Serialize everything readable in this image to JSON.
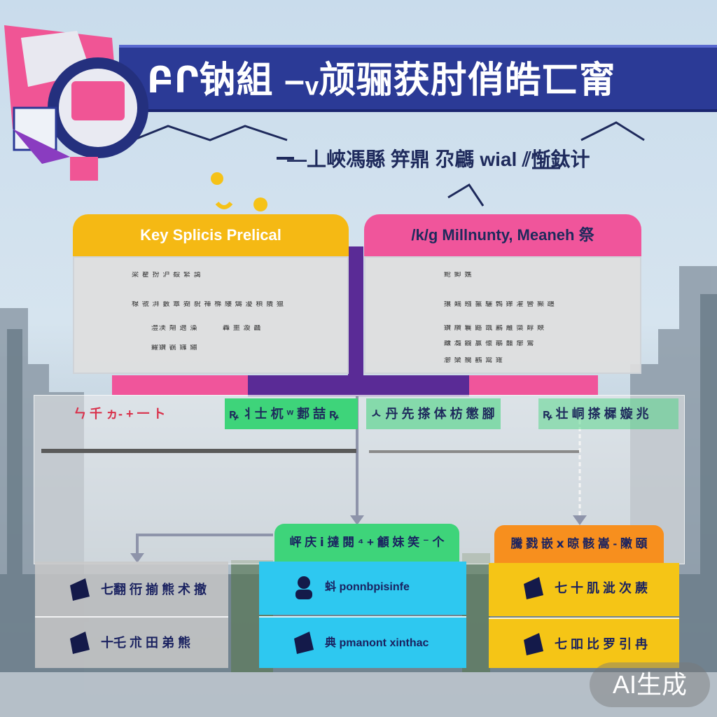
{
  "banner": {
    "title": "ԲՐ钠組 –ᵥ颃骊获肘俏皓匸甯"
  },
  "subtitle": "—丄峽馮縣 笄鼎 尕騗 wial ⫽惭鈦计",
  "cards": {
    "left": {
      "header": "Key Splicis Prelical",
      "lines": [
        "梁 藋 扮 沪 殾 緊 藹",
        "楾 虢 湃 藪 簟 猢 貎 褌 樤 縷 燽 瀀 頪 藬 獵",
        "灃渼 翷 遶 藻",
        "轟 蘁 漩 龘",
        "糶鑽 靏 鑼 繡"
      ]
    },
    "right": {
      "header": "/k/g Millnunty, Meaneh 祭",
      "lines": [
        "䲝 䲟 嫶",
        "攘 䵎 繈 鬣 驪 鷯 鑻 灈 曫 癫 躔",
        "鑽 纘 鬤 䶅 飁 鸝 蘺 㯐 䵍 䵌",
        "齉 灩 龖 籯 蘹 鸘 䨻 爩 鸞",
        "灪 欒 癵 鸛 鬻 䥃"
      ]
    }
  },
  "middle": {
    "left_label": "ㄣ 千 ヵ- + 一 ト",
    "center_left_label": "ꝶ 丬士 杌 ʷ 郪 喆 ꝶ",
    "center_right_label": "ㅅ 丹 先 搽 体 枋 懲 腳",
    "right_label": "ꝶ 壮 峒 搽 樨 嫙 兆"
  },
  "boxes": {
    "left": {
      "rows": [
        {
          "text": "七翻 衎 揃 熊 术 撤"
        },
        {
          "text": "十乇 朮 田 弟 熊"
        }
      ]
    },
    "center": {
      "header": "岼 庆 ⅰ 撻 閱 ⁴ + 龥 妹 笑 ⁻ 个",
      "rows": [
        {
          "text": "蚪 ponnbpisinfe"
        },
        {
          "text": "典 pmanont xinthac"
        }
      ]
    },
    "right": {
      "header": "騰 戮 嵌 ⅹ 晾 骸 嵩 - 敶 頤",
      "rows": [
        {
          "text": "七 十 肌 泚 次 蕨"
        },
        {
          "text": "七 吅 比 罗 引 冉"
        }
      ]
    }
  },
  "watermark": "AI生成",
  "colors": {
    "banner": "#2b3a96",
    "yellow": "#f5b914",
    "pink": "#f0559b",
    "green": "#3ed47a",
    "cyan": "#2ec8f0",
    "orange": "#f78f1e",
    "gray": "#d2d2d2",
    "connector": "#5a2b96"
  }
}
